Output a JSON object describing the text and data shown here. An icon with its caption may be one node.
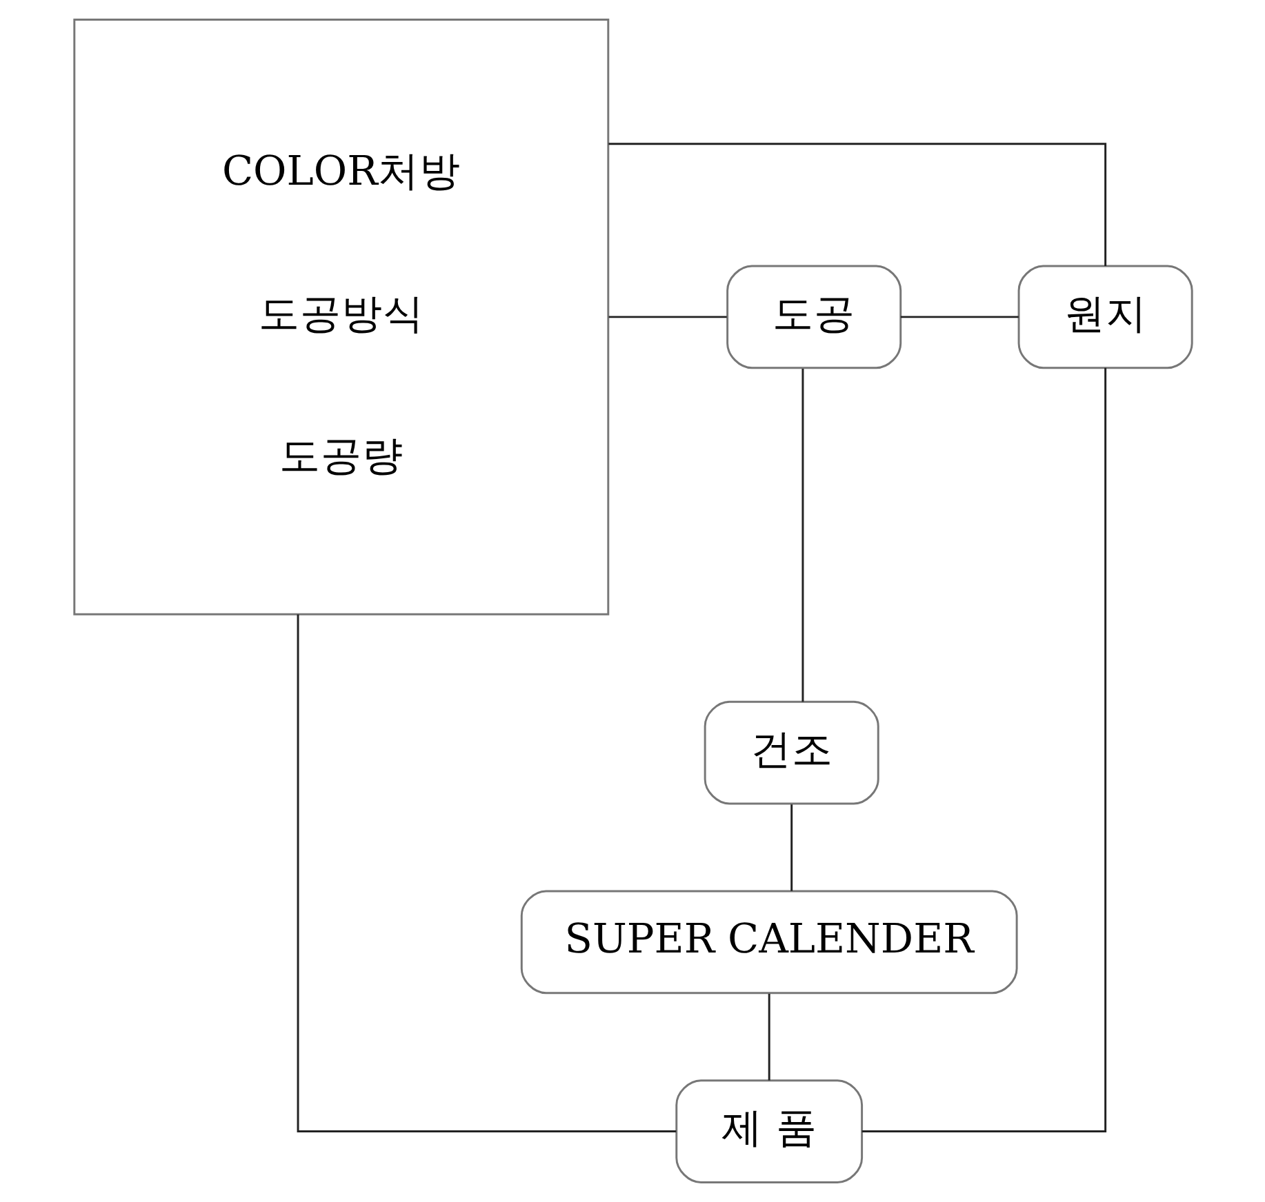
{
  "diagram": {
    "nodes": [
      {
        "text": [
          "COLOR처방",
          "도공방식",
          "도공량"
        ]
      },
      {
        "text": [
          "도공"
        ]
      },
      {
        "text": [
          "원지"
        ]
      },
      {
        "text": [
          "건조"
        ]
      },
      {
        "text": [
          "SUPER CALENDER"
        ]
      },
      {
        "text": [
          "제 품"
        ]
      }
    ],
    "edges": [
      {
        "from": 0,
        "to": 2,
        "arrow": "none"
      },
      {
        "from": 0,
        "to": 1,
        "arrow": "none"
      },
      {
        "from": 1,
        "to": 2,
        "arrow": "none"
      },
      {
        "from": 2,
        "to": 5,
        "arrow": "none"
      },
      {
        "from": 1,
        "to": 3,
        "arrow": "none"
      },
      {
        "from": 3,
        "to": 4,
        "arrow": "none"
      },
      {
        "from": 4,
        "to": 5,
        "arrow": "none"
      },
      {
        "from": 5,
        "to": 0,
        "arrow": "none"
      }
    ]
  }
}
